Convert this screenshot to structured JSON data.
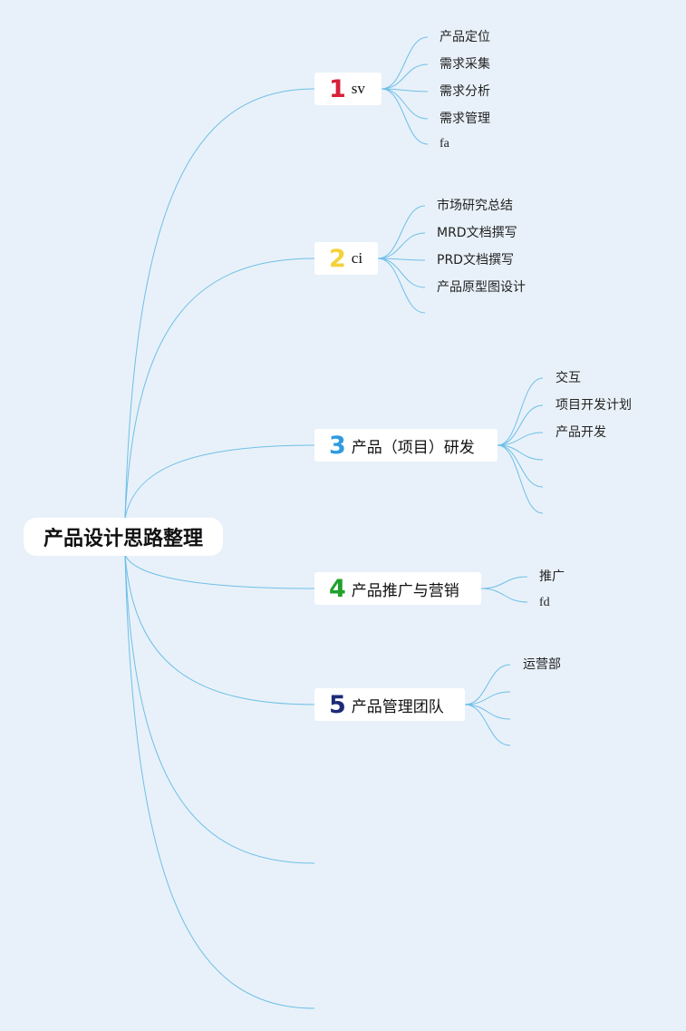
{
  "root": {
    "title": "产品设计思路整理"
  },
  "branches": [
    {
      "num": "1",
      "num_color": "#d7203a",
      "label": "sv",
      "children": [
        "产品定位",
        "需求采集",
        "需求分析",
        "需求管理",
        "fa"
      ]
    },
    {
      "num": "2",
      "num_color": "#f3d33c",
      "label": "ci",
      "children": [
        "市场研究总结",
        "MRD文档撰写",
        "PRD文档撰写",
        "产品原型图设计",
        ""
      ]
    },
    {
      "num": "3",
      "num_color": "#2f9be0",
      "label": "产品（项目）研发",
      "children": [
        "交互",
        "项目开发计划",
        "产品开发",
        "",
        "",
        ""
      ]
    },
    {
      "num": "4",
      "num_color": "#21a02c",
      "label": "产品推广与营销",
      "children": [
        "推广",
        "fd"
      ]
    },
    {
      "num": "5",
      "num_color": "#1d2a78",
      "label": "产品管理团队",
      "children": [
        "运营部",
        "",
        "",
        ""
      ]
    }
  ],
  "colors": {
    "line": "#6fbfe8",
    "background": "#e8f1f9"
  }
}
